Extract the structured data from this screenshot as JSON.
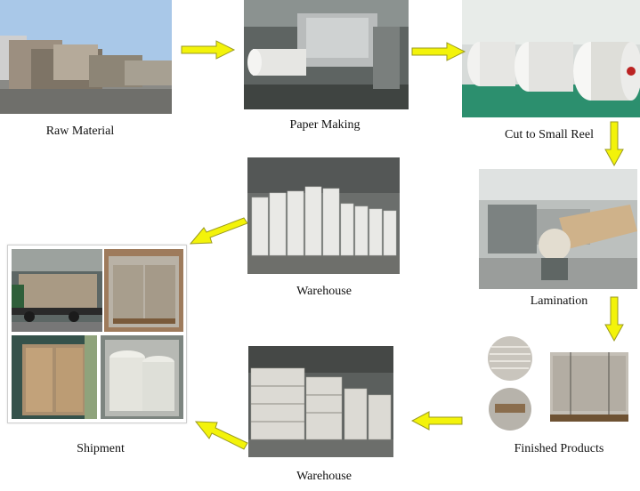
{
  "colors": {
    "arrow_fill": "#f3f30a",
    "arrow_stroke": "#9a9a20"
  },
  "steps": {
    "raw_material": {
      "label": "Raw Material"
    },
    "paper_making": {
      "label": "Paper Making"
    },
    "cut_to_small_reel": {
      "label": "Cut to Small Reel"
    },
    "warehouse_upper": {
      "label": "Warehouse"
    },
    "lamination": {
      "label": "Lamination"
    },
    "shipment": {
      "label": "Shipment"
    },
    "warehouse_lower": {
      "label": "Warehouse"
    },
    "finished_products": {
      "label": "Finished Products"
    }
  }
}
